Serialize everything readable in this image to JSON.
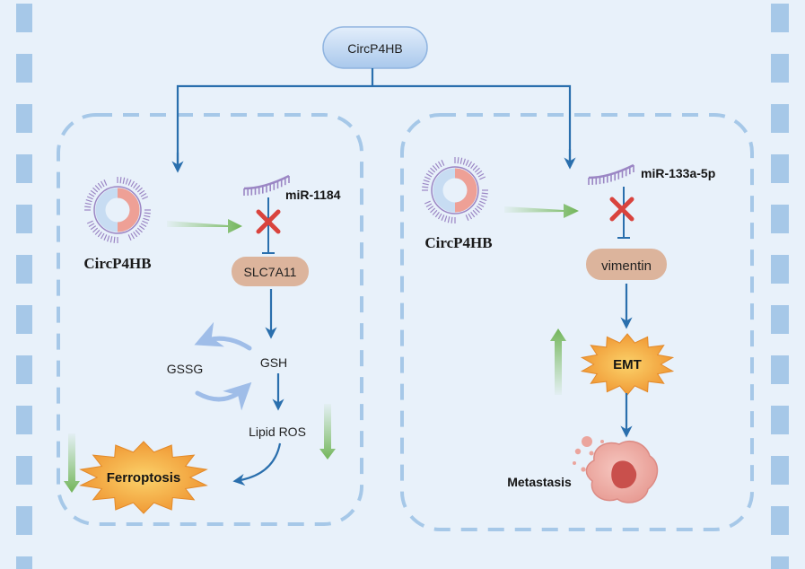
{
  "top_node": "CircP4HB",
  "left_panel": {
    "circ_label": "CircP4HB",
    "mirna": "miR-1184",
    "target": "SLC7A11",
    "gsh": "GSH",
    "gssg": "GSSG",
    "lipid_ros": "Lipid ROS",
    "outcome": "Ferroptosis"
  },
  "right_panel": {
    "circ_label": "CircP4HB",
    "mirna": "miR-133a-5p",
    "target": "vimentin",
    "emt": "EMT",
    "outcome": "Metastasis"
  },
  "colors": {
    "background": "#e8f1fa",
    "dash_blue": "#a6c8e8",
    "arrow_blue": "#2a6fad",
    "green_arrow": "#7fbf66",
    "inhibit_red": "#d9433d",
    "pill_tan": "#dcb49c",
    "burst_orange": "#f2a23a",
    "mirna_purple": "#9b86c4"
  }
}
